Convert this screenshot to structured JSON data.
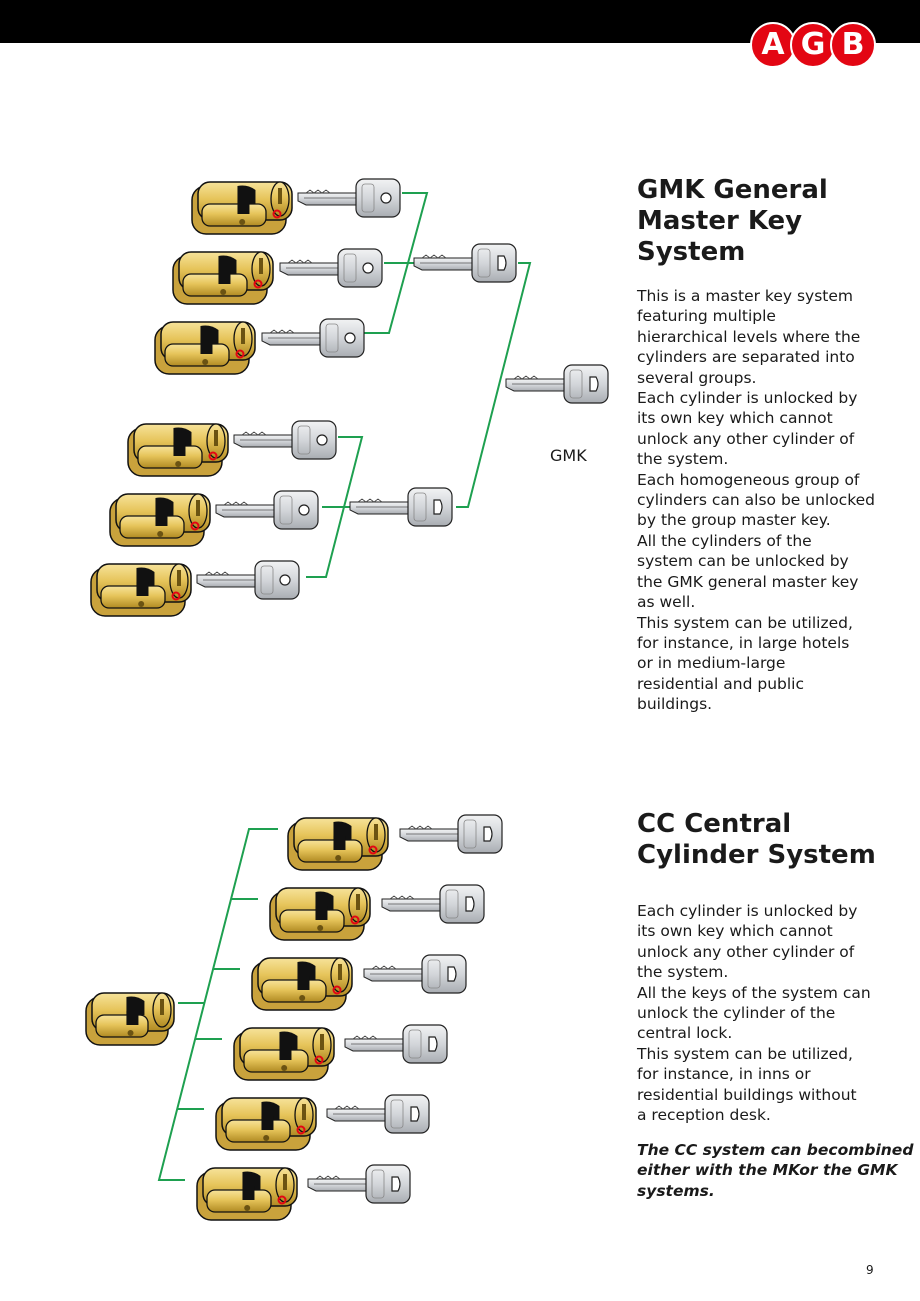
{
  "header": {
    "logo_letters": [
      "A",
      "G",
      "B"
    ],
    "brand_color": "#e30613"
  },
  "gmk": {
    "title_lines": [
      "GMK General",
      "Master Key",
      "System"
    ],
    "paragraphs": [
      "This is a master key system",
      "featuring multiple",
      "hierarchical levels where the",
      "cylinders are separated into",
      "several groups.",
      "Each cylinder is unlocked by",
      "its own key which cannot",
      "unlock any other cylinder of",
      "the system.",
      "Each homogeneous group of",
      "cylinders can also be unlocked",
      "by the group master key.",
      "All the cylinders of the",
      "system can be unlocked by",
      "the GMK general master key",
      "as  well.",
      "This system can be utilized,",
      "for instance, in large hotels",
      "or in medium-large",
      "residential and public",
      "buildings."
    ],
    "diagram_label": "GMK"
  },
  "cc": {
    "title_lines": [
      "CC Central",
      "Cylinder System"
    ],
    "paragraphs": [
      "Each cylinder is unlocked by",
      "its own key which cannot",
      "unlock any other cylinder of",
      "the system.",
      "All the keys of the system can",
      "unlock the cylinder of the",
      "central lock.",
      "This system can be utilized,",
      "for instance, in inns or",
      "residential buildings without",
      "a reception desk."
    ],
    "note_lines": [
      "The CC system can be",
      "combined either with the MK",
      "or the GMK systems."
    ]
  },
  "footer": {
    "page_number": "9"
  },
  "colors": {
    "brass": "#e6c45a",
    "brass_dark": "#b08a22",
    "key_silver": "#cfd2d6",
    "connector_green": "#1ea050",
    "pin_red": "#e30613"
  }
}
